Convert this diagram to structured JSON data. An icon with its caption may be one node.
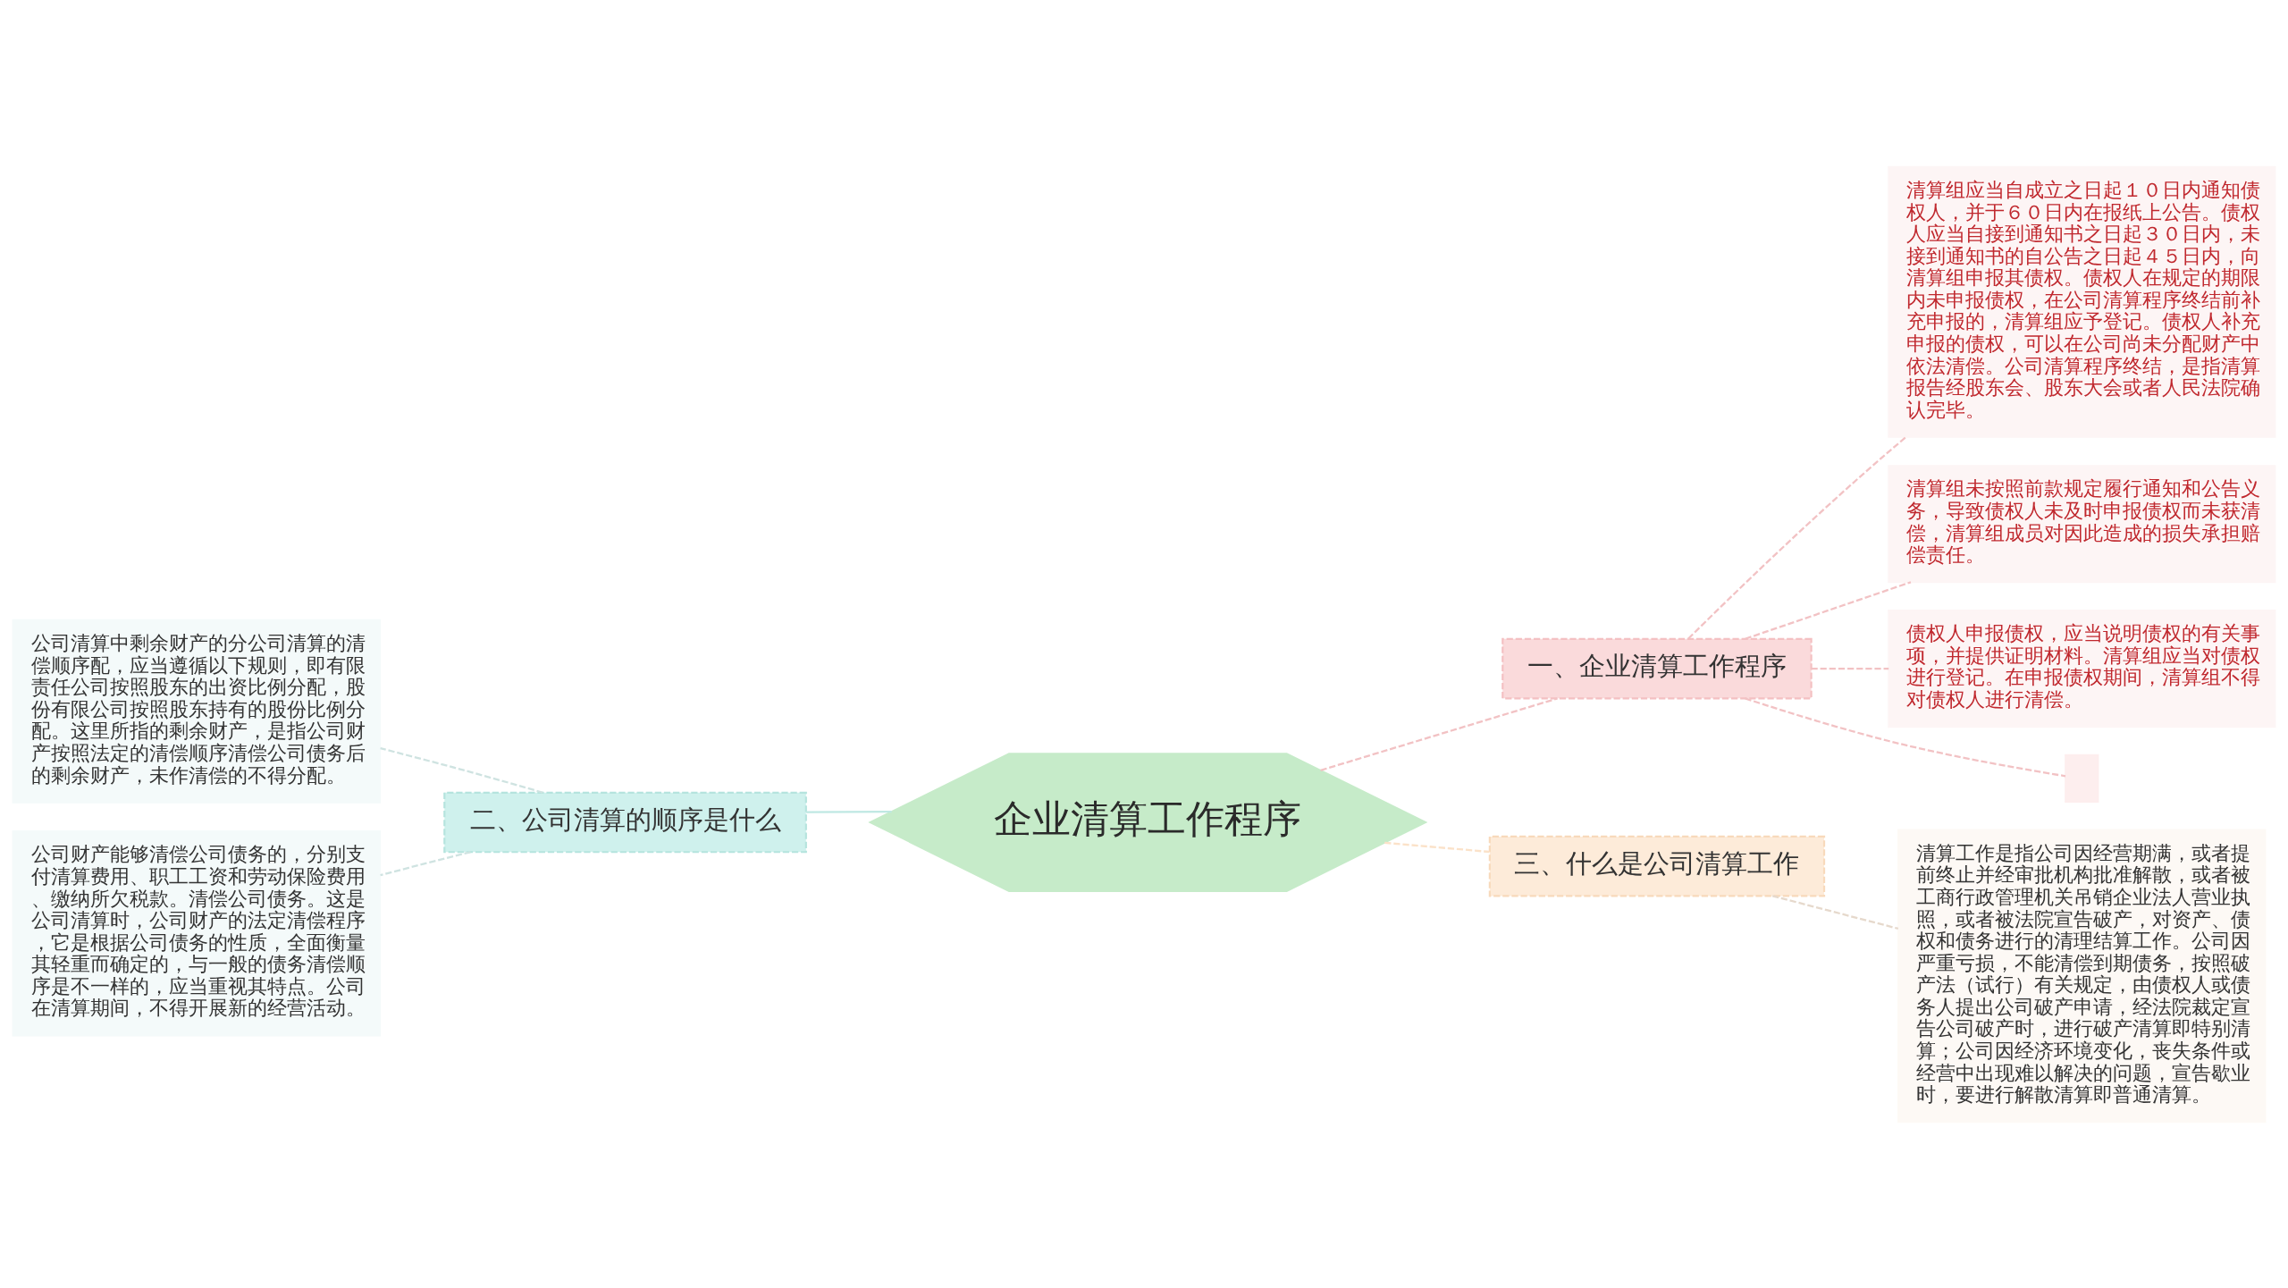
{
  "diagram": {
    "nodes": [
      {
        "text": [
          "企业清算工作程序"
        ]
      },
      {
        "text": [
          "一、企业清算工作程序"
        ]
      },
      {
        "text": [
          "清算组应当自成立之日起１０日内通知债权人，并于６０日内在报纸上公告。债权人应当自接到通知书之日起３０日内，未接到通知书的自公告之日起４５日内，向清算组申报其债权。债权人在规定的期限内未申报债权，在公司清算程序终结前补充申报的，清算组应予登记。债权人补充申报的债权，可以在公司尚未分配财产中依法清偿。公司清算程序终结，是指清算报告经股东会、股东大会或者人民法院确认完毕。"
        ]
      },
      {
        "text": [
          "清算组未按照前款规定履行通知和公告义务，导致债权人未及时申报债权而未获清偿，清算组成员对因此造成的损失承担赔偿责任。"
        ]
      },
      {
        "text": [
          "债权人申报债权，应当说明债权的有关事项，并提供证明材料。清算组应当对债权进行登记。在申报债权期间，清算组不得对债权人进行清偿。"
        ]
      },
      {
        "text": [],
        "shape": "box"
      },
      {
        "text": [
          "二、公司清算的顺序是什么"
        ]
      },
      {
        "text": [
          "公司清算中剩余财产的分公司清算的清偿顺序配，应当遵循以下规则，即有限责任公司按照股东的出资比例分配，股份有限公司按照股东持有的股份比例分配。这里所指的剩余财产，是指公司财产按照法定的清偿顺序清偿公司债务后的剩余财产，未作清偿的不得分配。"
        ]
      },
      {
        "text": [
          "公司财产能够清偿公司债务的，分别支付清算费用、职工工资和劳动保险费用、缴纳所欠税款。清偿公司债务。这是公司清算时，公司财产的法定清偿程序，它是根据公司债务的性质，全面衡量其轻重而确定的，与一般的债务清偿顺序是不一样的，应当重视其特点。公司在清算期间，不得开展新的经营活动。"
        ]
      },
      {
        "text": [
          "三、什么是公司清算工作"
        ]
      },
      {
        "text": [
          "清算工作是指公司因经营期满，或者提前终止并经审批机构批准解散，或者被工商行政管理机关吊销企业法人营业执照，或者被法院宣告破产，对资产、债权和债务进行的清理结算工作。公司因严重亏损，不能清偿到期债务，按照破产法（试行）有关规定，由债权人或债务人提出公司破产申请，经法院裁定宣告公司破产时，进行破产清算即特别清算；公司因经济环境变化，丧失条件或经营中出现难以解决的问题，宣告歇业时，要进行解散清算即普通清算。"
        ]
      }
    ],
    "edges": [
      {
        "from": 0,
        "to": 1,
        "arrow": "none",
        "style": "dashed"
      },
      {
        "from": 1,
        "to": 2,
        "arrow": "none",
        "style": "dashed"
      },
      {
        "from": 1,
        "to": 3,
        "arrow": "none",
        "style": "dashed"
      },
      {
        "from": 1,
        "to": 4,
        "arrow": "none",
        "style": "dashed"
      },
      {
        "from": 1,
        "to": 5,
        "arrow": "none",
        "style": "dashed"
      },
      {
        "from": 0,
        "to": 6,
        "arrow": "none",
        "color": "#bfe8e3"
      },
      {
        "from": 6,
        "to": 7,
        "arrow": "none",
        "style": "dashed",
        "color": "#cfe3e1"
      },
      {
        "from": 6,
        "to": 8,
        "arrow": "none",
        "style": "dashed",
        "color": "#cfe3e1"
      },
      {
        "from": 0,
        "to": 9,
        "arrow": "none",
        "style": "dashed",
        "color": "#fbe2c9"
      },
      {
        "from": 9,
        "to": 10,
        "arrow": "none",
        "style": "dashed",
        "color": "#e6d9cc"
      }
    ]
  }
}
